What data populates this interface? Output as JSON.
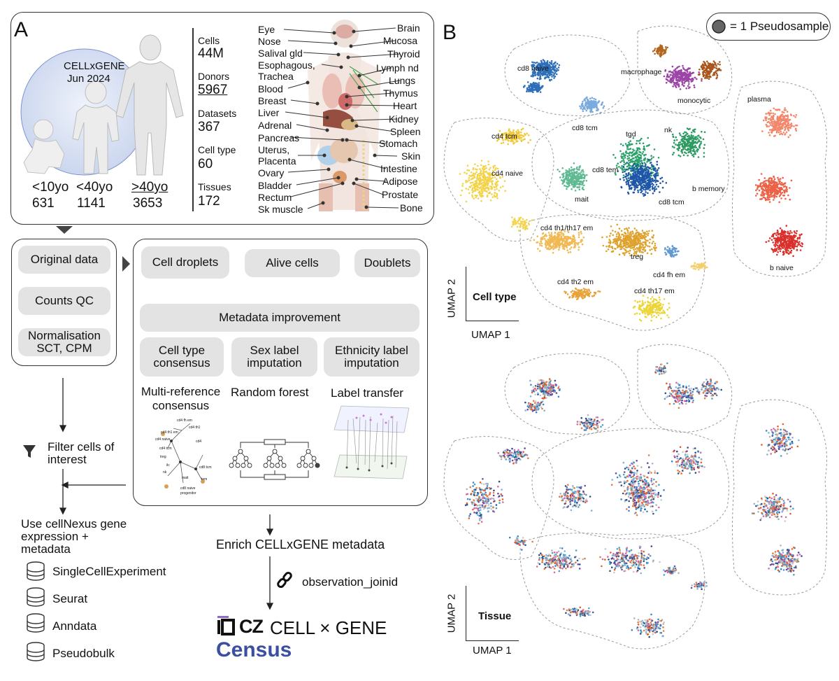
{
  "panel_a": {
    "letter": "A",
    "source_line1": "CELLxGENE",
    "source_line2": "Jun 2024",
    "age_groups": [
      {
        "label": "<10yo",
        "count": "631"
      },
      {
        "label": "<40yo",
        "count": "1141"
      },
      {
        "label": ">40yo",
        "count": "3653"
      }
    ],
    "stats": [
      {
        "label": "Cells",
        "value": "44M"
      },
      {
        "label": "Donors",
        "value": "5967"
      },
      {
        "label": "Datasets",
        "value": "367"
      },
      {
        "label": "Cell type",
        "value": "60"
      },
      {
        "label": "Tissues",
        "value": "172"
      }
    ],
    "tissues_left": [
      "Eye",
      "Nose",
      "Salival gld",
      "Esophagous,",
      "Trachea",
      "Blood",
      "Breast",
      "Liver",
      "Adrenal",
      "Pancreas",
      "Uterus,",
      "Placenta",
      "Ovary",
      "Bladder",
      "Rectum",
      "Sk muscle"
    ],
    "tissues_right": [
      "Brain",
      "Mucosa",
      "Thyroid",
      "Lymph nd",
      "Lungs",
      "Thymus",
      "Heart",
      "Kidney",
      "Spleen",
      "Stomach",
      "Skin",
      "Intestine",
      "Adipose",
      "Prostate",
      "Bone"
    ]
  },
  "pipeline": {
    "left_steps": [
      "Original data",
      "Counts QC",
      "Normalisation SCT, CPM"
    ],
    "top_steps": [
      "Cell droplets",
      "Alive cells",
      "Doublets"
    ],
    "metadata": "Metadata improvement",
    "sub_steps": [
      "Cell type consensus",
      "Sex label imputation",
      "Ethnicity label imputation"
    ],
    "methods": [
      "Multi-reference consensus",
      "Random forest",
      "Label transfer"
    ],
    "filter": "Filter cells of interest",
    "use_title": "Use cellNexus gene expression + metadata",
    "formats": [
      "SingleCellExperiment",
      "Seurat",
      "Anndata",
      "Pseudobulk"
    ],
    "enrich": "Enrich CELLxGENE metadata",
    "join_id": "observation_joinid",
    "logo_cz": "CZ",
    "logo_cellxgene": "CELL × GENE",
    "logo_census": "Census",
    "tree_labels": [
      "cd4 fh em",
      "cd4 th1",
      "cd4 th1 em",
      "cd4",
      "cd8 naive",
      "progenitor",
      "cd8 tcm",
      "tem",
      "treg",
      "ilc",
      "nk",
      "mait",
      "cd4 naive",
      "cd4 tcm"
    ]
  },
  "panel_b": {
    "letter": "B",
    "legend": "= 1 Pseudosample",
    "top_title": "Cell type",
    "bottom_title": "Tissue",
    "axis_x": "UMAP 1",
    "axis_y": "UMAP 2",
    "cluster_labels": [
      "cd8 naive",
      "macrophage",
      "monocytic",
      "plasma",
      "cd8 tcm",
      "tgd",
      "nk",
      "cd4 tcm",
      "cd4 naive",
      "cd8 tem",
      "mait",
      "cd8 tcm",
      "b memory",
      "cd4 th1/th17 em",
      "treg",
      "cd4 fh em",
      "cd4 th2 em",
      "cd4 th17 em",
      "b naive"
    ]
  },
  "colors": {
    "pill": "#e3e3e3",
    "arrow": "#444444",
    "census_blue": "#3a4fa0",
    "cz_purple": "#8a6cc7"
  }
}
